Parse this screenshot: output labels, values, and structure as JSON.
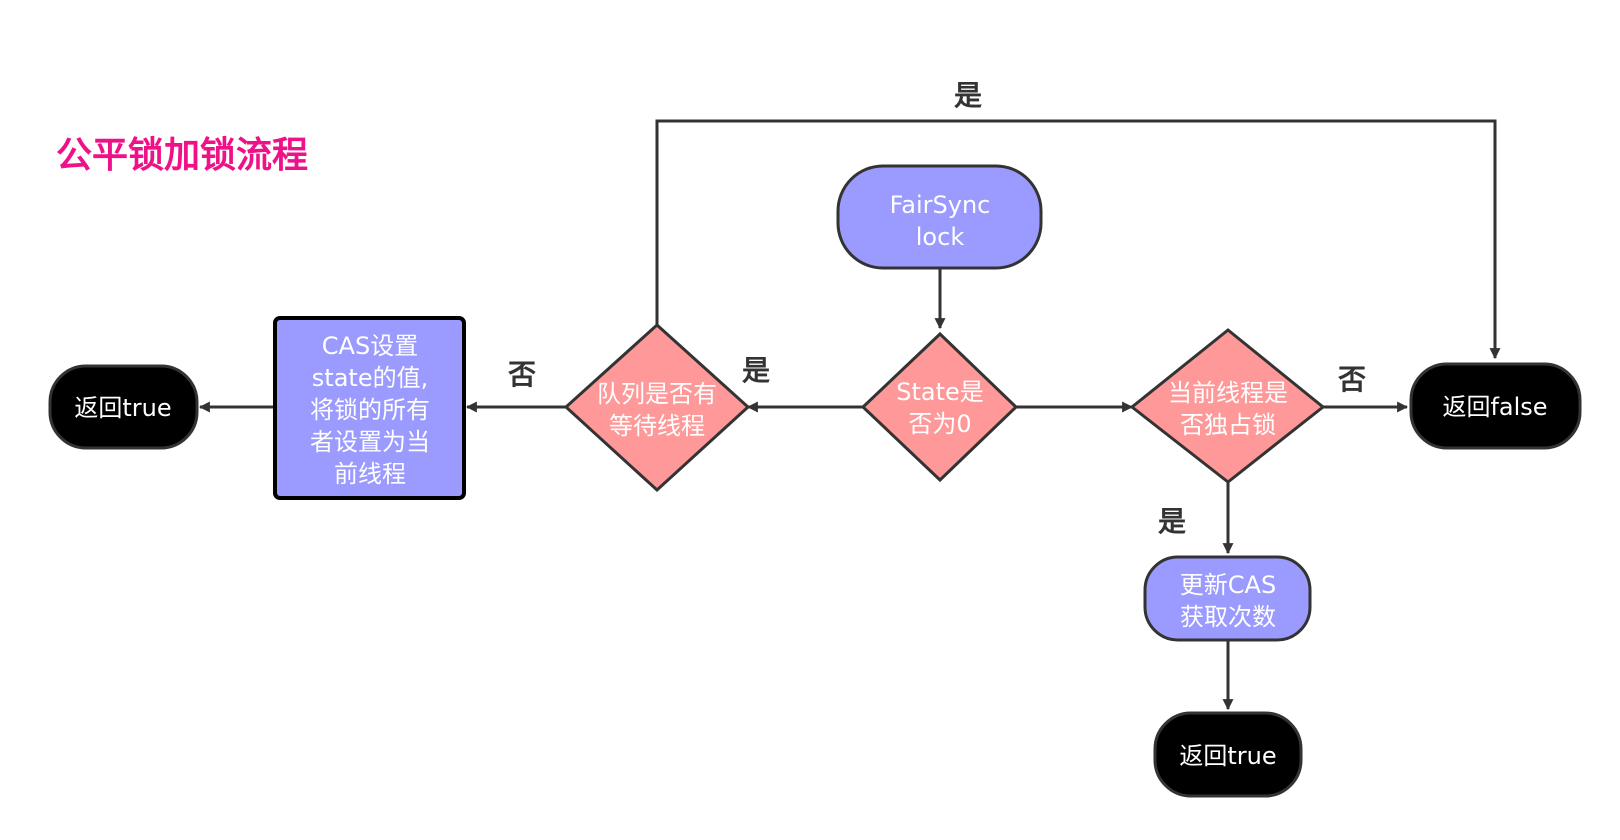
{
  "title": "公平锁加锁流程",
  "colors": {
    "process_fill": "#9a9aff",
    "decision_fill": "#ff9999",
    "decision_stroke": "#333333",
    "terminal_fill": "#000000",
    "title": "#ee1188"
  },
  "nodes": {
    "start": {
      "lines": [
        "FairSync",
        "lock"
      ]
    },
    "state_zero": {
      "lines": [
        "State是",
        "否为0"
      ]
    },
    "queue_waiting": {
      "lines": [
        "队列是否有",
        "等待线程"
      ]
    },
    "cas_set": {
      "lines": [
        "CAS设置",
        "state的值,",
        "将锁的所有",
        "者设置为当",
        "前线程"
      ]
    },
    "return_true_left": {
      "lines": [
        "返回true"
      ]
    },
    "exclusive_owner": {
      "lines": [
        "当前线程是",
        "否独占锁"
      ]
    },
    "return_false": {
      "lines": [
        "返回false"
      ]
    },
    "update_cas": {
      "lines": [
        "更新CAS",
        "获取次数"
      ]
    },
    "return_true_bottom": {
      "lines": [
        "返回true"
      ]
    }
  },
  "edge_labels": {
    "state_yes": "是",
    "queue_yes": "是",
    "queue_no": "否",
    "exclusive_no": "否",
    "exclusive_yes": "是"
  }
}
